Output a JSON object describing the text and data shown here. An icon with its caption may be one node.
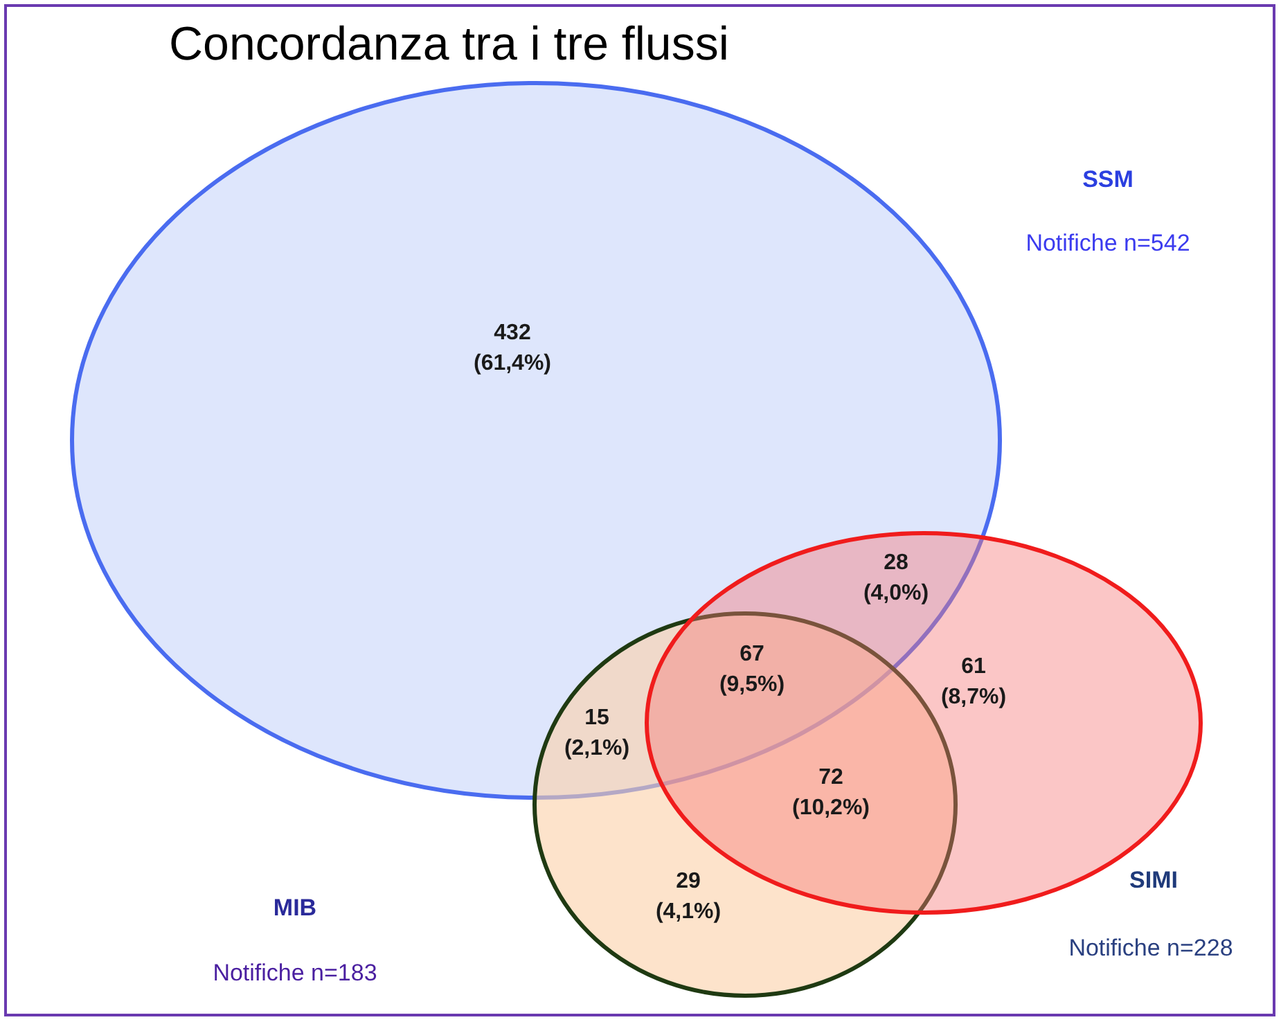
{
  "diagram": {
    "title": "Concordanza tra i tre flussi",
    "nodes": [
      {
        "text": [],
        "shape": "ellipse"
      },
      {
        "text": [],
        "shape": "ellipse"
      },
      {
        "text": [],
        "shape": "ellipse"
      }
    ],
    "labels": [
      "SSM",
      "Notifiche n=542",
      "432 (61,4%)",
      "28 (4,0%)",
      "67 (9,5%)",
      "61 (8,7%)",
      "15 (2,1%)",
      "72 (10,2%)",
      "SIMI",
      "29 (4,1%)",
      "MIB",
      "Notifiche n=228",
      "Notifiche n=183"
    ]
  }
}
